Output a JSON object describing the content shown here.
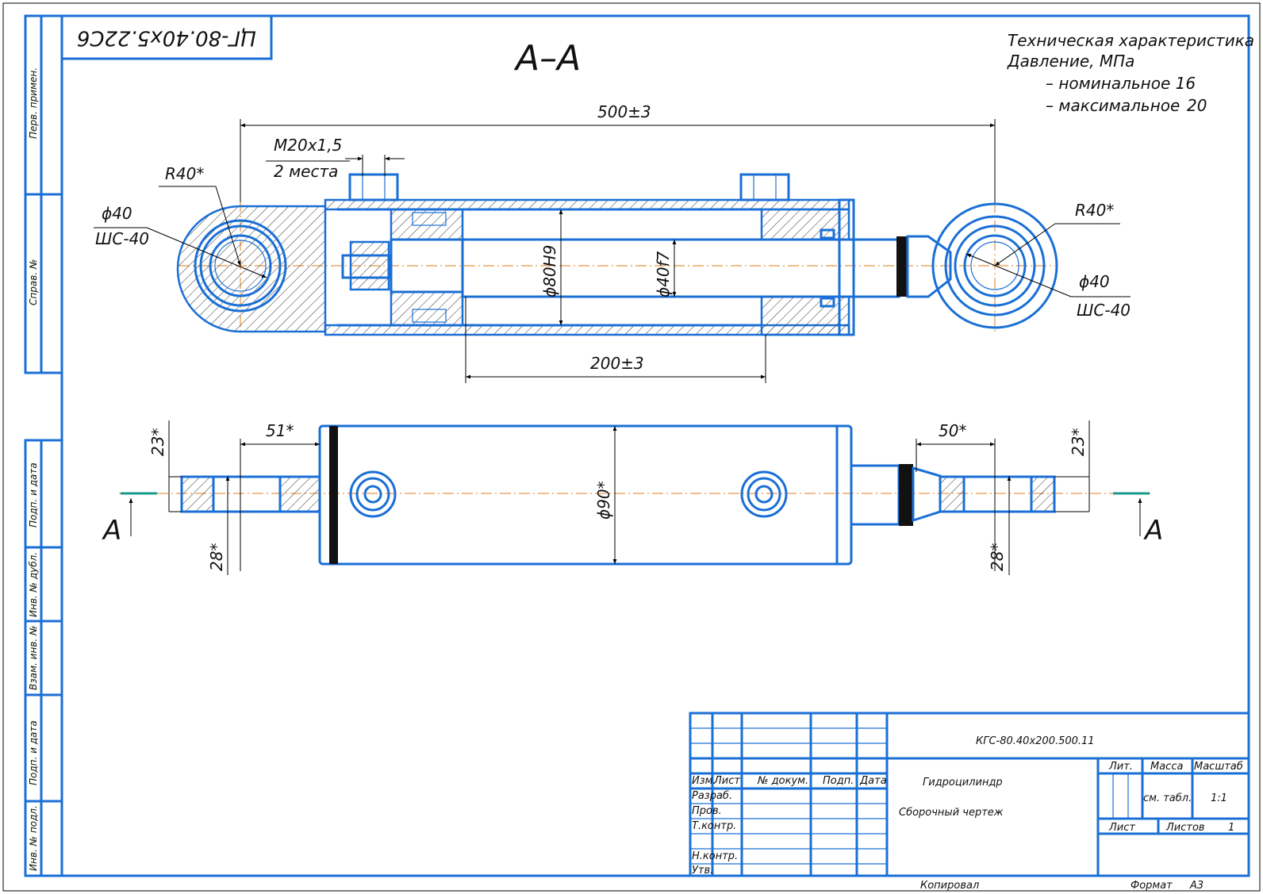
{
  "stamp": "ЦГ-80.40х5.22С6",
  "section_label": "А–А",
  "spec": {
    "title": "Техническая характеристика",
    "pressure": "Давление, МПа",
    "nominal": "– номинальное 16",
    "maximum": "– максимальное",
    "maximum_value": "20"
  },
  "dims": {
    "overall": "500±3",
    "port_thread": "М20х1,5",
    "port_count": "2 места",
    "r_left": "R40*",
    "r_right": "R40*",
    "bore_left": "ϕ40",
    "bearing_left": "ШС-40",
    "bore_right": "ϕ40",
    "bearing_right": "ШС-40",
    "cyl_bore": "ϕ80Н9",
    "rod": "ϕ40f7",
    "stroke": "200±3",
    "dim_51": "51*",
    "dim_50": "50*",
    "dim_23_l": "23*",
    "dim_23_r": "23*",
    "dim_28_l": "28*",
    "dim_28_r": "28*",
    "outer_dia": "ϕ90*",
    "cut_left": "А",
    "cut_right": "А"
  },
  "side_labels": [
    "Перв. примен.",
    "Справ. №",
    "Подп. и дата",
    "Инв. № дубл.",
    "Взам. инв. №",
    "Подп. и дата",
    "Инв. № подл."
  ],
  "title_block": {
    "doc_number": "КГС-80.40х200.500.11",
    "name_line1": "Гидроцилиндр",
    "name_line2": "Сборочный чертеж",
    "col_izm": "Изм.",
    "col_list": "Лист",
    "col_doc": "№ докум.",
    "col_sign": "Подп.",
    "col_date": "Дата",
    "row_razrab": "Разраб.",
    "row_prov": "Пров.",
    "row_tkontr": "Т.контр.",
    "row_nkontr": "Н.контр.",
    "row_utv": "Утв.",
    "lit": "Лит.",
    "mass": "Масса",
    "scale": "Масштаб",
    "mass_value": "см. табл.",
    "scale_value": "1:1",
    "sheet": "Лист",
    "sheets": "Листов",
    "sheets_value": "1",
    "copied": "Копировал",
    "format": "Формат",
    "format_value": "А3"
  },
  "colors": {
    "line": "#1a6fd6",
    "center": "#e07b1a",
    "text": "#111111"
  }
}
